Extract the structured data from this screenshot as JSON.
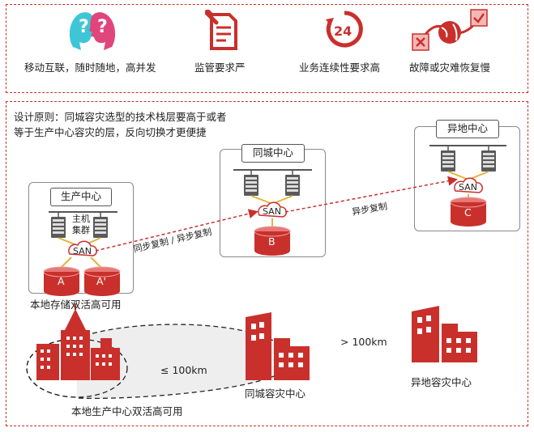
{
  "top_features": [
    {
      "label": "移动互联，随时随地，高并发",
      "icon": "two-faces-question-icon"
    },
    {
      "label": "监管要求严",
      "icon": "regulation-document-icon"
    },
    {
      "label": "业务连续性要求高",
      "icon": "clock-24-icon"
    },
    {
      "label": "故障或灾难恢复慢",
      "icon": "globe-recovery-icon"
    }
  ],
  "principle": {
    "line1": "设计原则：同城容灾选型的技术栈层要高于或者",
    "line2": "等于生产中心容灾的层，反向切换才更便捷"
  },
  "centers": {
    "production": {
      "title": "生产中心",
      "host_label_1": "主机",
      "host_label_2": "集群",
      "san": "SAN",
      "storage_a": "A",
      "storage_a2": "A'"
    },
    "same_city": {
      "title": "同城中心",
      "san": "SAN",
      "storage": "B"
    },
    "remote": {
      "title": "异地中心",
      "san": "SAN",
      "storage": "C"
    }
  },
  "links": {
    "sync_async": "同步复制 / 异步复制",
    "async": "异步复制"
  },
  "bottom": {
    "local_storage_ha": "本地存储双活高可用",
    "local_center_ha": "本地生产中心双活高可用",
    "distance_le": "≤ 100km",
    "distance_gt": "> 100km",
    "same_city_dr": "同城容灾中心",
    "remote_dr": "异地容灾中心"
  },
  "colors": {
    "accent": "#c9302c",
    "cyan": "#3ec6d6",
    "pink": "#e0457b",
    "gold": "#e8b13a"
  }
}
